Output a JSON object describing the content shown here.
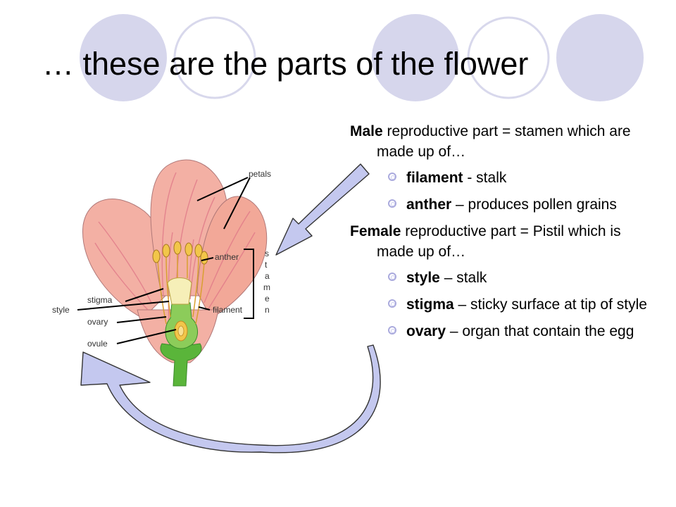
{
  "slide": {
    "title": "… these are the parts of the flower",
    "accent_circle_fill": "#d6d6ec",
    "accent_circle_stroke": "#d8d8ec",
    "arrow_fill": "#c4c8ef"
  },
  "content": {
    "male": {
      "term": "Male",
      "rest": " reproductive part  = stamen which are made up of…",
      "items": [
        {
          "term": "filament",
          "rest": "  - stalk"
        },
        {
          "term": "anther",
          "rest": " – produces pollen grains"
        }
      ]
    },
    "female": {
      "term": "Female",
      "rest": " reproductive part  = Pistil which is made up of…",
      "items": [
        {
          "term": "style",
          "rest": " – stalk"
        },
        {
          "term": "stigma",
          "rest": " – sticky surface at tip of style"
        },
        {
          "term": "ovary",
          "rest": " – organ that contain the egg"
        }
      ]
    }
  },
  "diagram": {
    "labels": {
      "petals": "petals",
      "anther": "anther",
      "stigma": "stigma",
      "ovary": "ovary",
      "ovule": "ovule",
      "filament": "filament",
      "style": "style",
      "stamen_letters": [
        "s",
        "t",
        "a",
        "m",
        "e",
        "n"
      ]
    },
    "colors": {
      "petal": "#f3b0a4",
      "petal_vein": "#e07888",
      "stem": "#5ab53a",
      "anther": "#f2c64a",
      "stigma": "#f6efb8"
    }
  }
}
